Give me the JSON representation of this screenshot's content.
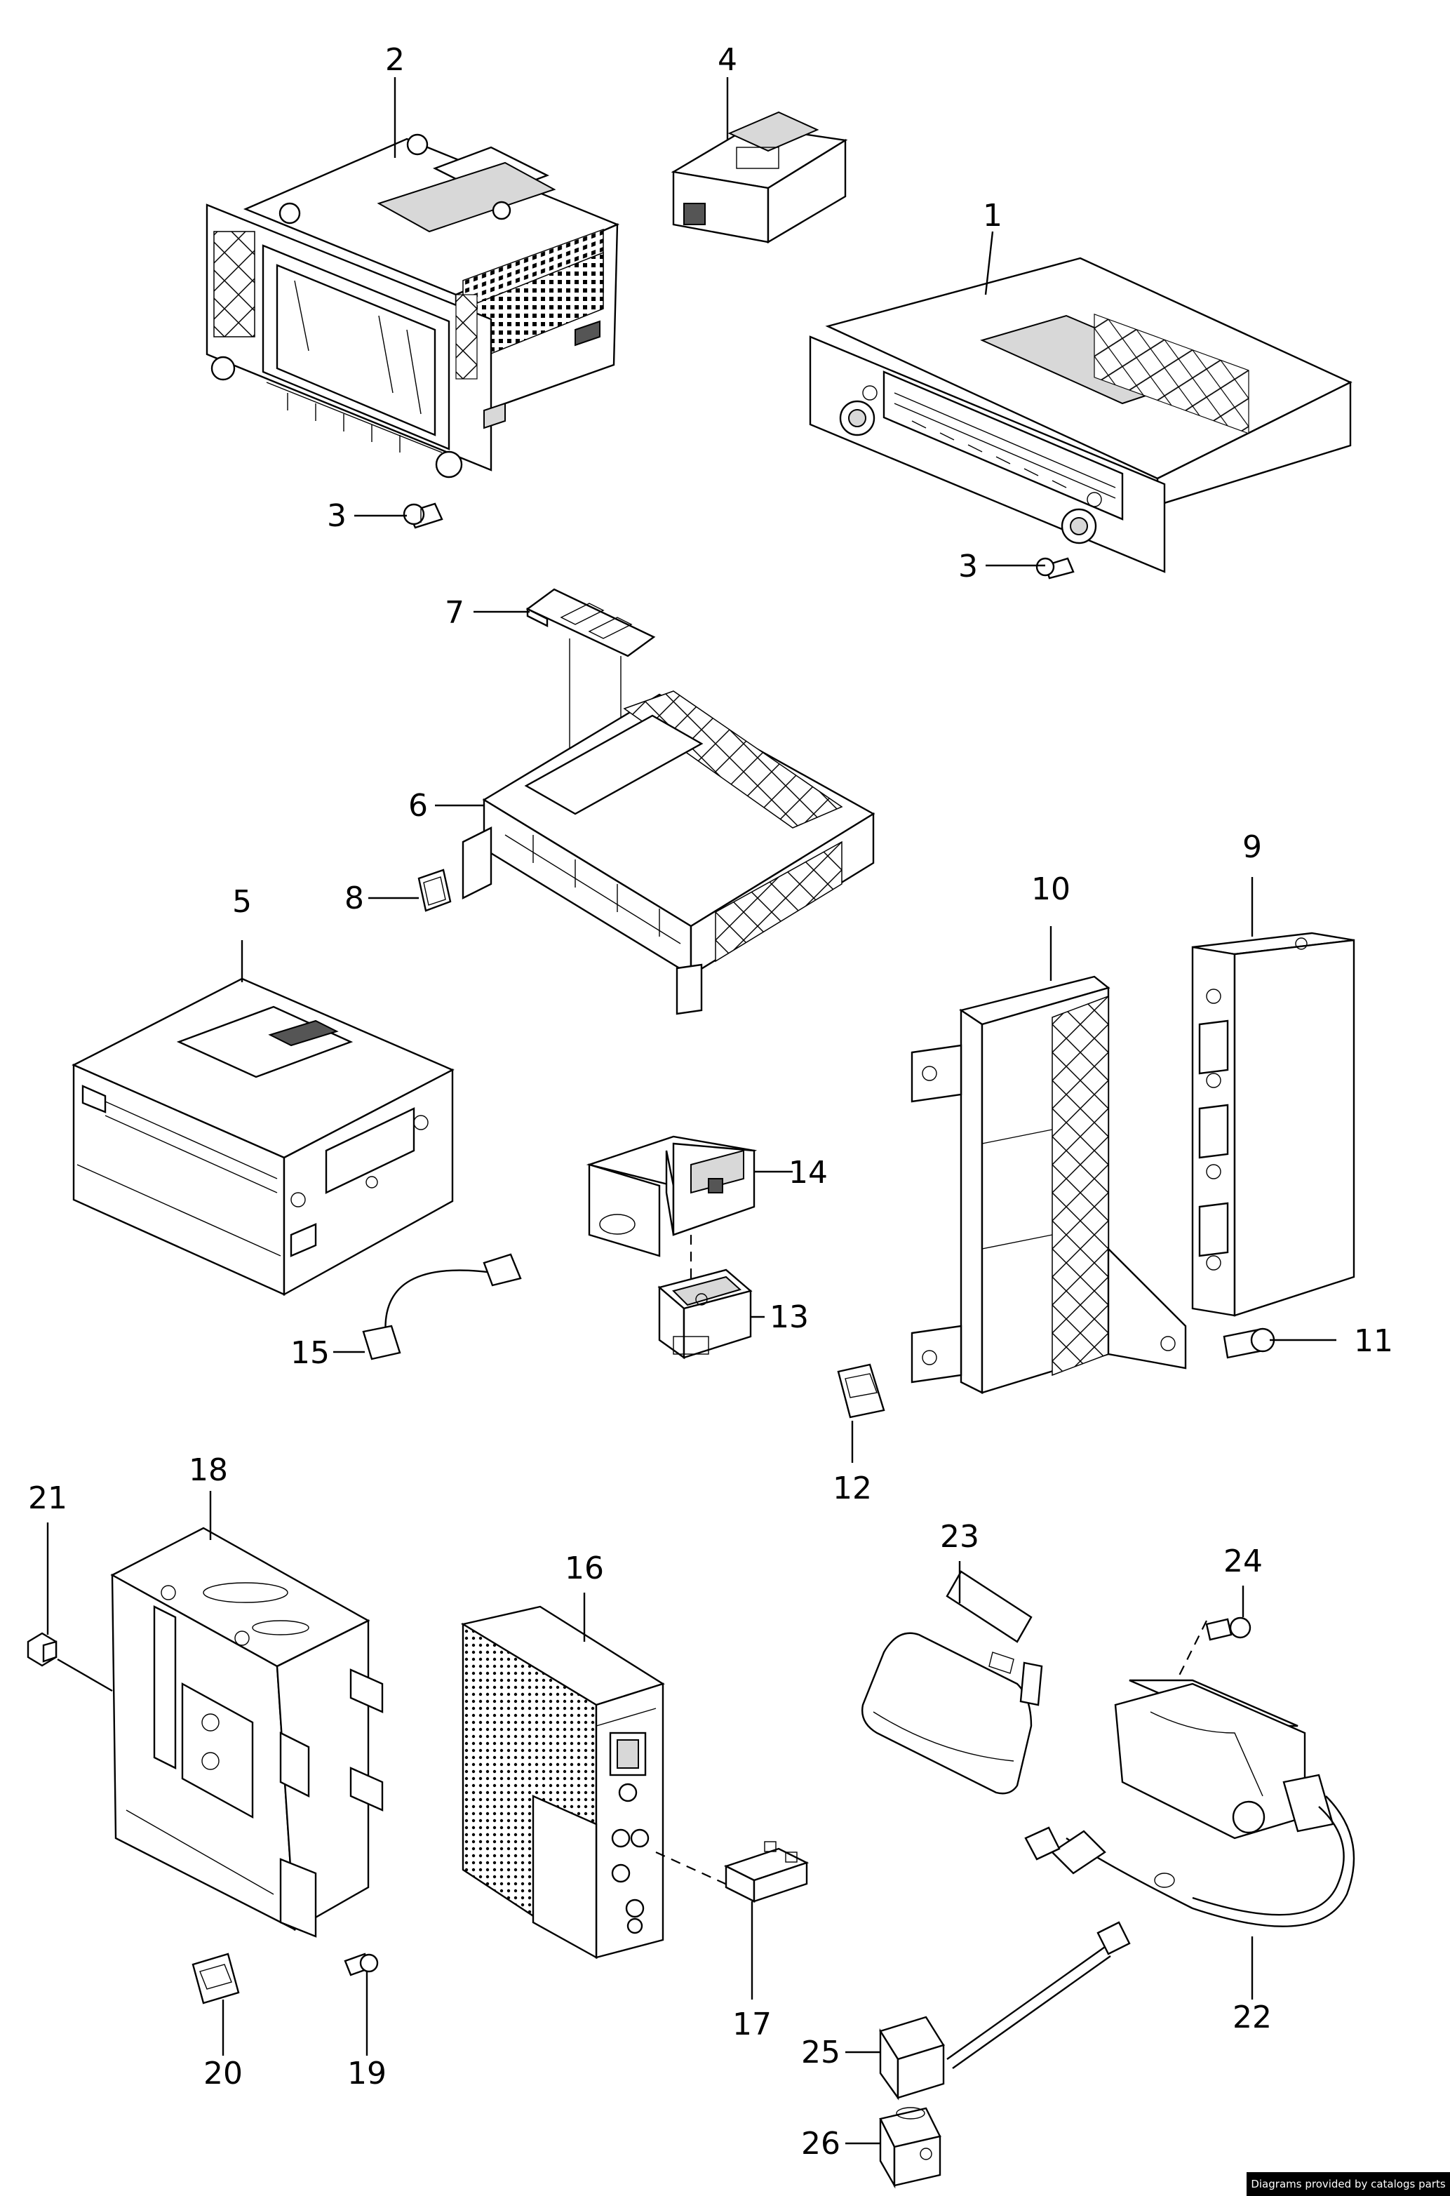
{
  "diagram": {
    "callouts": [
      "1",
      "2",
      "3",
      "3",
      "4",
      "5",
      "6",
      "7",
      "8",
      "9",
      "10",
      "11",
      "12",
      "13",
      "14",
      "15",
      "16",
      "17",
      "18",
      "19",
      "20",
      "21",
      "22",
      "23",
      "24",
      "25",
      "26"
    ]
  },
  "footer": {
    "text": "Diagrams provided by catalogs parts"
  }
}
